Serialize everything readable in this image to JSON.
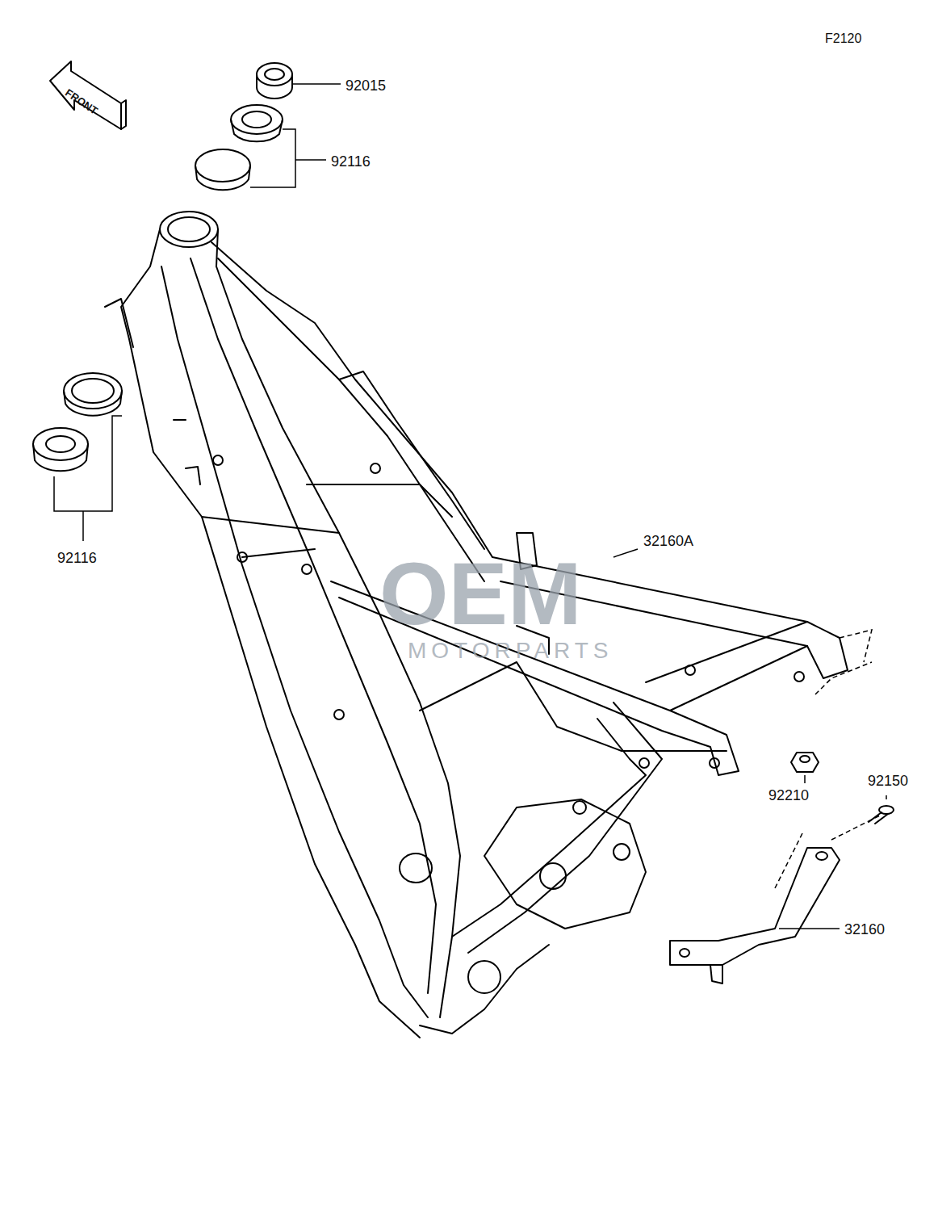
{
  "diagram": {
    "labels": [
      "F2120",
      "FRONT",
      "92015",
      "92116",
      "92116",
      "32160A",
      "92210",
      "92150",
      "32160",
      "OEM",
      "MOTORPARTS"
    ]
  }
}
